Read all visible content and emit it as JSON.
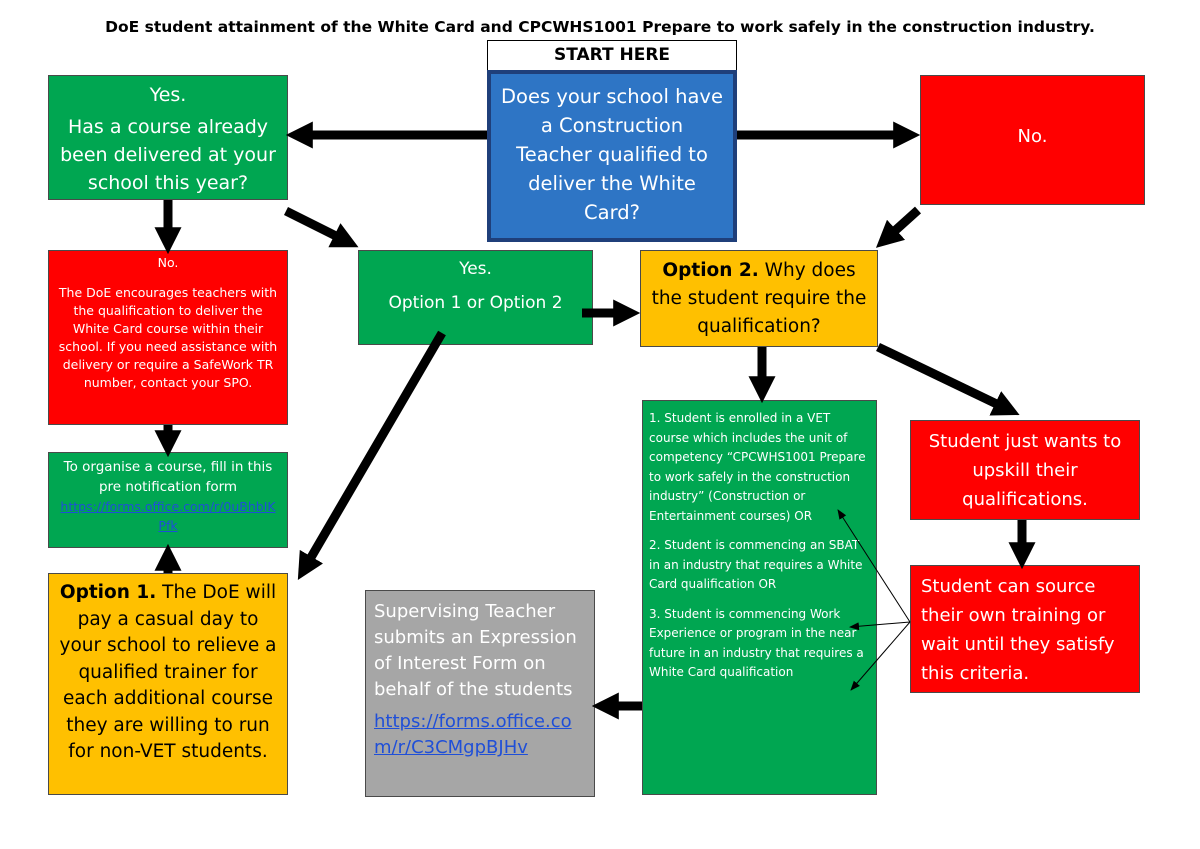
{
  "title": "DoE student attainment of the White Card and CPCWHS1001 Prepare to work safely in the construction industry.",
  "start": {
    "label": "START HERE",
    "question": "Does your school have a Construction Teacher qualified to deliver the White Card?"
  },
  "yes_top": {
    "heading": "Yes.",
    "text": "Has a course already been delivered at your school this year?"
  },
  "no_top": {
    "text": "No."
  },
  "no_left": {
    "heading": "No.",
    "text": "The DoE encourages teachers with the qualification to deliver the White Card course within their school. If you need assistance with delivery or require a SafeWork TR number, contact your SPO."
  },
  "organise": {
    "text": "To organise a course, fill in this pre notification form",
    "link": "https://forms.office.com/r/0uBhbIKPfk"
  },
  "option1": {
    "bold": "Option 1.",
    "text": "The DoE will pay a casual day to your school to relieve a qualified trainer for each additional course they are willing to run for non-VET students."
  },
  "yes_mid": {
    "heading": "Yes.",
    "text": "Option 1 or Option 2"
  },
  "option2": {
    "bold": "Option 2.",
    "text": "Why does the student require the qualification?"
  },
  "criteria": {
    "item1": "1. Student is enrolled in a VET course which includes the unit of competency “CPCWHS1001 Prepare to work safely in the construction industry” (Construction or Entertainment courses) OR",
    "item2": "2. Student is commencing an SBAT in an industry that requires a White Card qualification OR",
    "item3": "3. Student is commencing Work Experience or program in the near future in an industry that requires a White Card qualification"
  },
  "upskill": {
    "text": "Student just wants to upskill their qualifications."
  },
  "source": {
    "text": "Student can source their own training or wait until they satisfy this criteria."
  },
  "supervising": {
    "text": "Supervising Teacher submits an Expression of Interest Form on behalf of the students",
    "link": "https://forms.office.com/r/C3CMgpBJHv"
  }
}
